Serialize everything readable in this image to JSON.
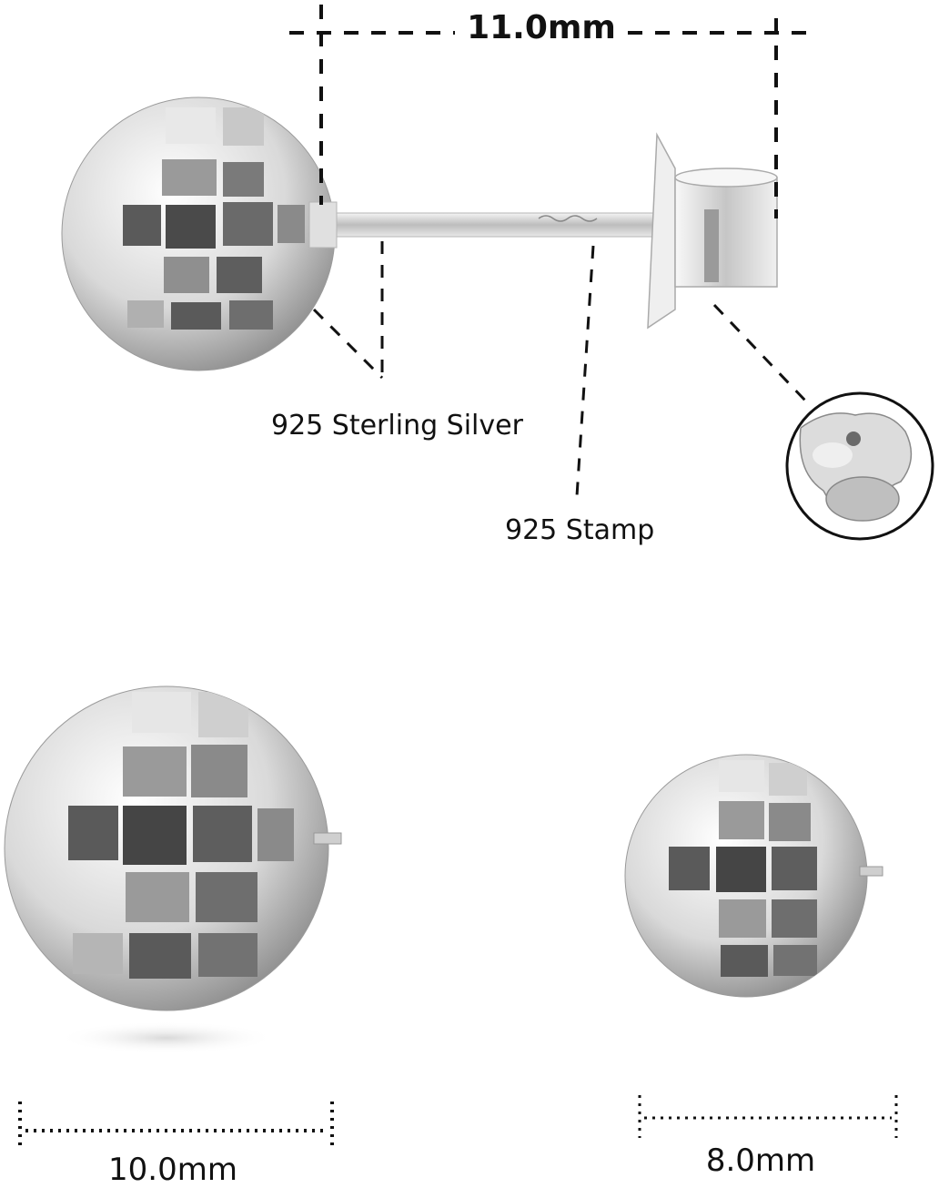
{
  "dimensions": {
    "overall_length": "11.0mm",
    "large_ball": "10.0mm",
    "small_ball": "8.0mm"
  },
  "callouts": {
    "material": "925 Sterling Silver",
    "stamp": "925 Stamp"
  },
  "colors": {
    "background": "#ffffff",
    "line": "#111111",
    "facet_dark": "#5a5a5a",
    "facet_mid": "#9a9a9a",
    "facet_light": "#e6e6e6"
  }
}
